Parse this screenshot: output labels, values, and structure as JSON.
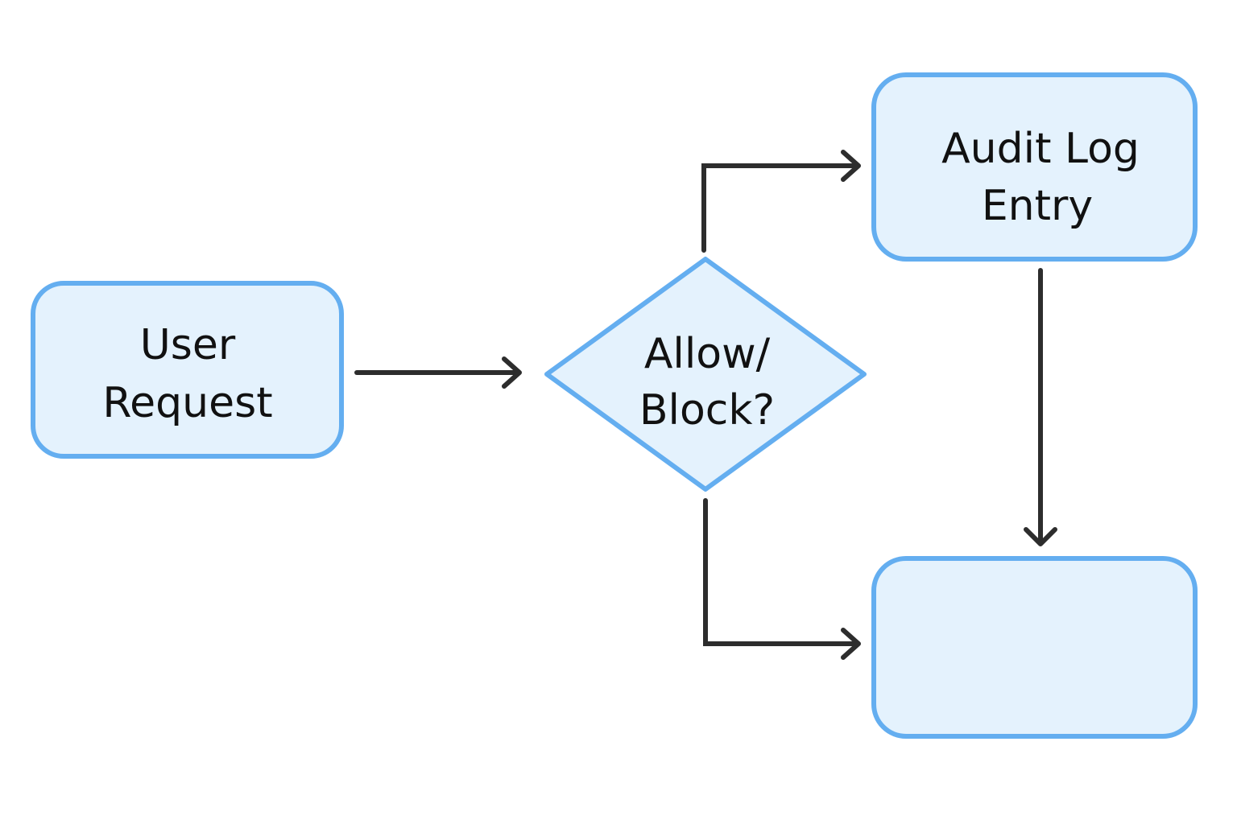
{
  "diagram": {
    "nodes": {
      "user_request": {
        "line1": "User",
        "line2": "Request"
      },
      "decision": {
        "line1": "Allow/",
        "line2": "Block?"
      },
      "audit_log": {
        "line1": "Audit Log",
        "line2": "Entry"
      },
      "blank_box": {
        "text": ""
      }
    },
    "colors": {
      "node_fill": "#e4f2fd",
      "node_border": "#64aef0",
      "connector": "#2d2d2d",
      "text": "#111111"
    }
  }
}
